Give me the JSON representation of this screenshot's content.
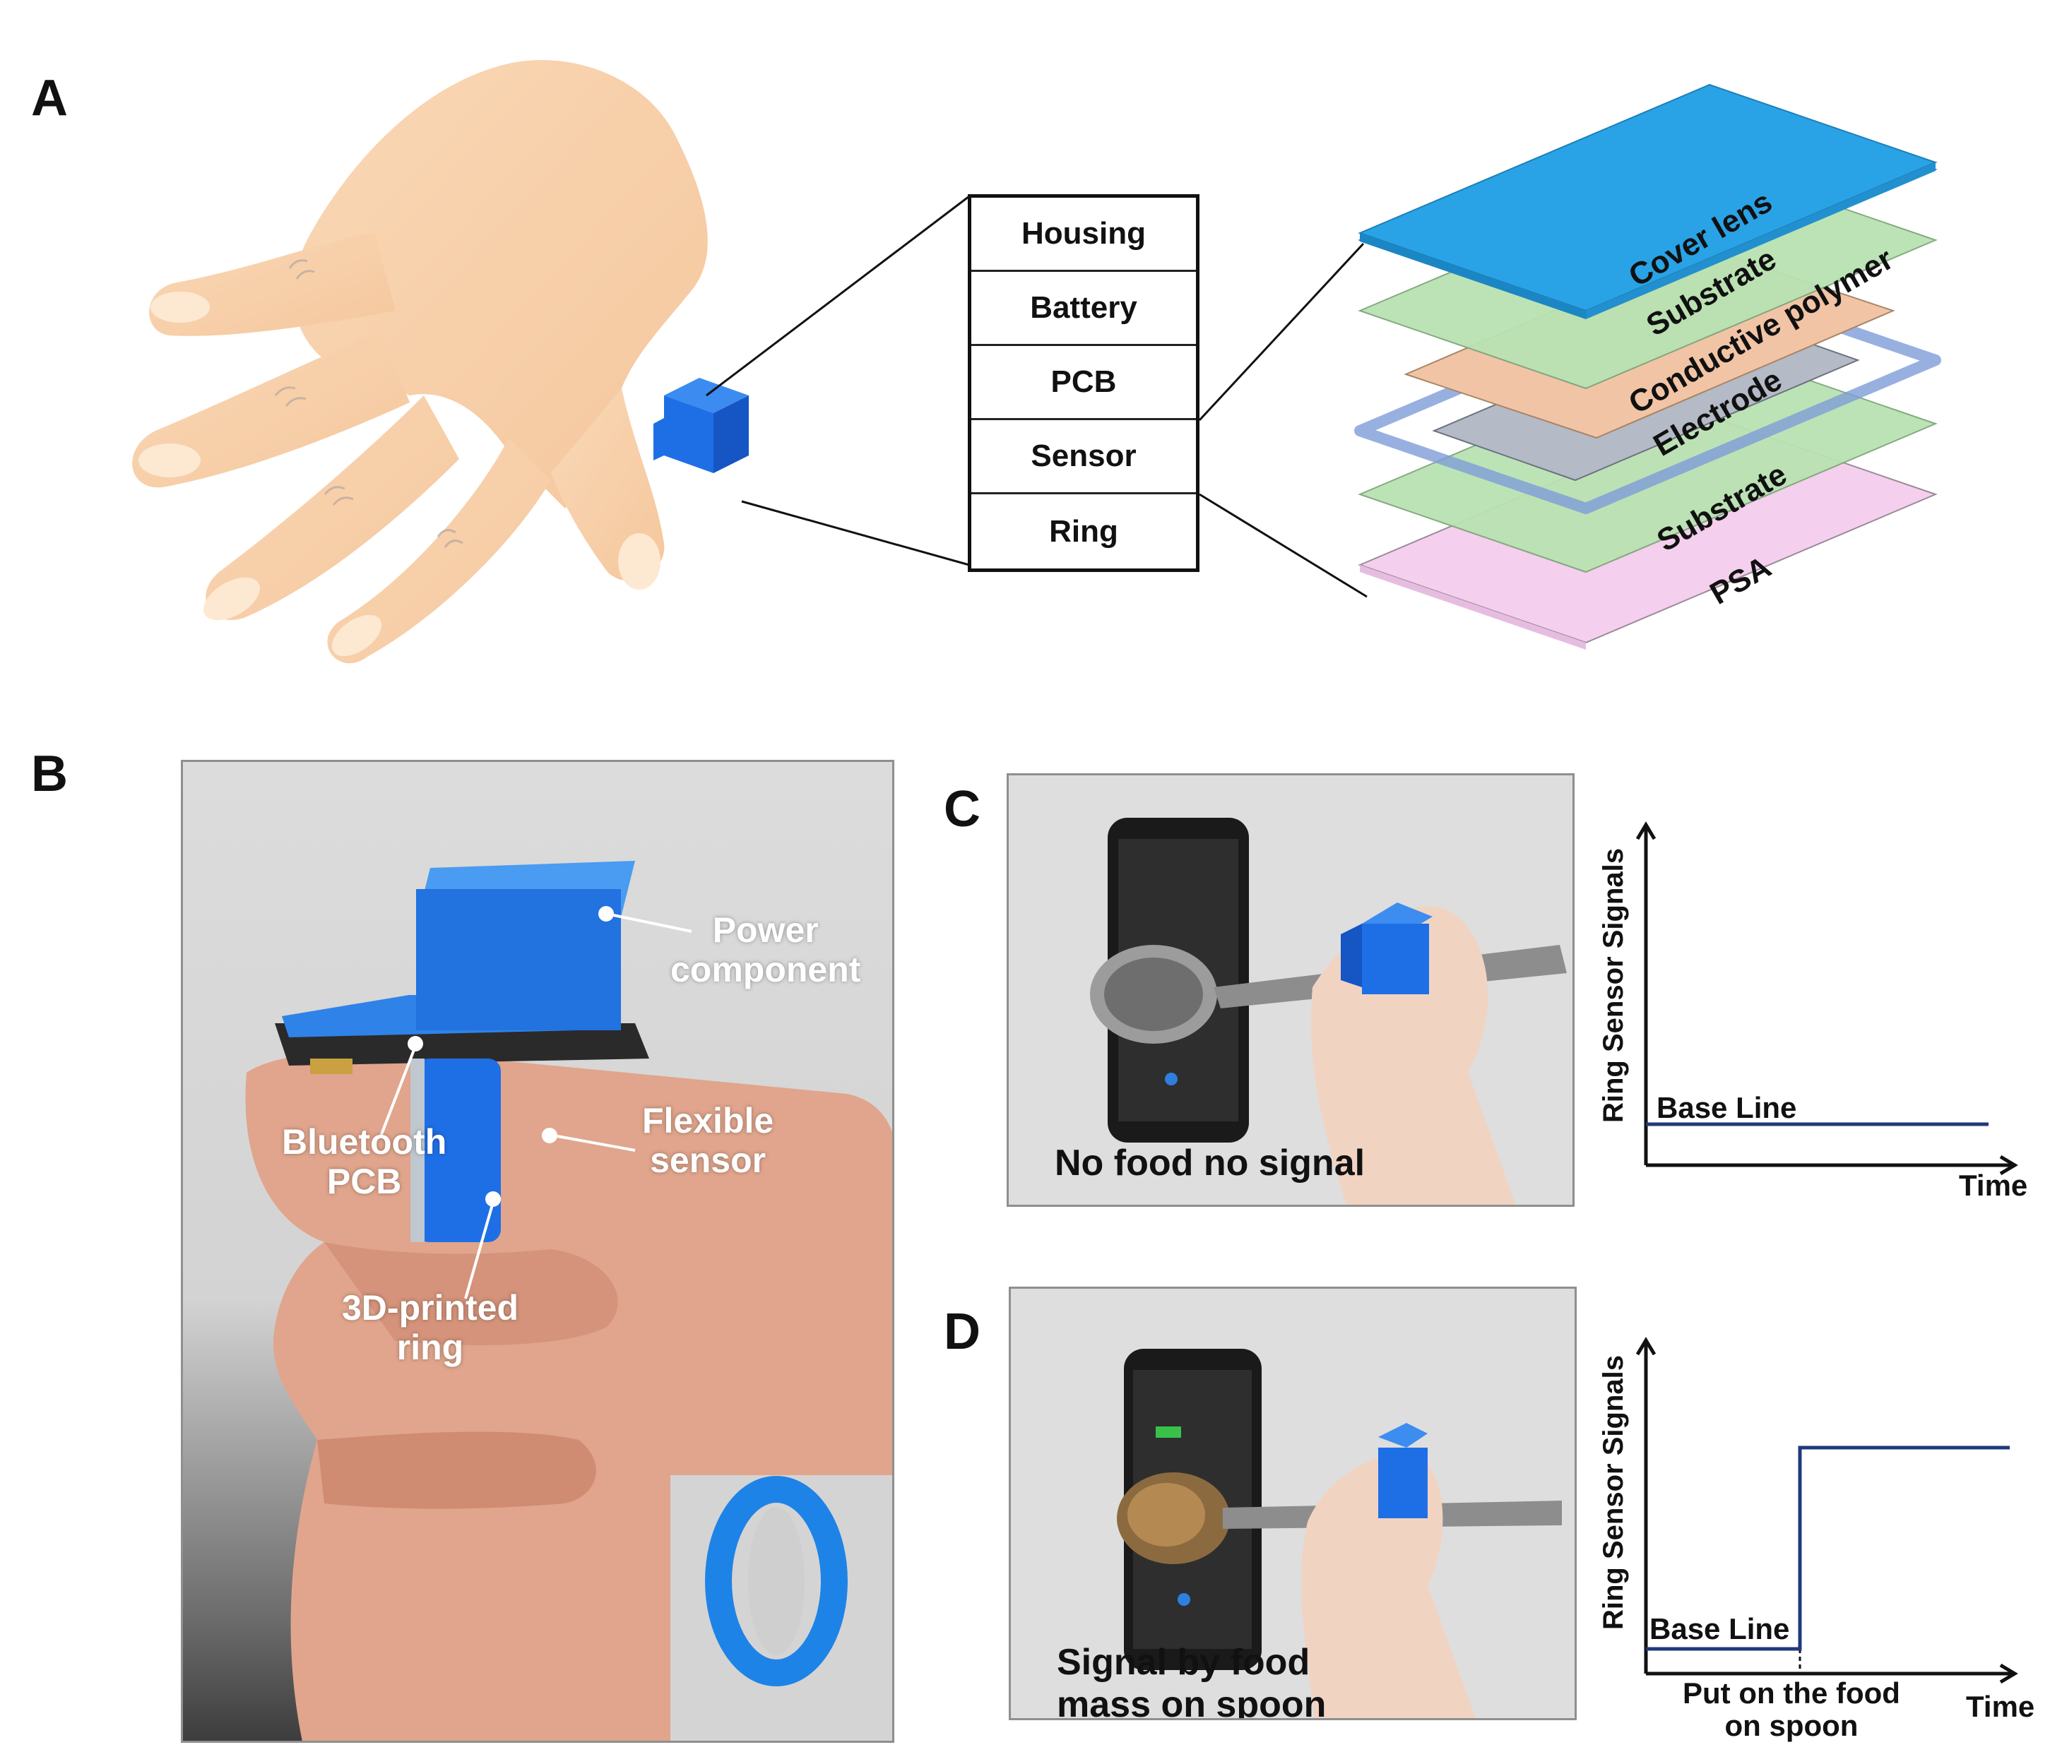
{
  "panels": {
    "a": "A",
    "b": "B",
    "c": "C",
    "d": "D"
  },
  "components": [
    "Housing",
    "Battery",
    "PCB",
    "Sensor",
    "Ring"
  ],
  "layers": [
    "Cover lens",
    "Substrate",
    "Conductive polymer",
    "Electrode",
    "Substrate",
    "PSA"
  ],
  "panel_b": {
    "power": "Power\ncomponent",
    "bluetooth": "Bluetooth\nPCB",
    "flexible": "Flexible\nsensor",
    "ring": "3D-printed\nring"
  },
  "panel_c": {
    "caption": "No food no signal",
    "y_label": "Ring Sensor Signals",
    "x_label": "Time",
    "baseline": "Base Line"
  },
  "panel_d": {
    "caption": "Signal by food\nmass on spoon",
    "y_label": "Ring Sensor Signals",
    "x_label": "Time",
    "baseline": "Base Line",
    "event": "Put on the food\non spoon"
  },
  "colors": {
    "signal_line": "#1f3a7a",
    "ring_blue": "#1e6fe6",
    "cover_lens": "#29a3e6",
    "substrate": "#b9e2b3",
    "conductive_polymer": "#f2c4a6",
    "electrode": "#b4bac6",
    "psa": "#f5cfee",
    "skin": "#f7cfa8"
  }
}
